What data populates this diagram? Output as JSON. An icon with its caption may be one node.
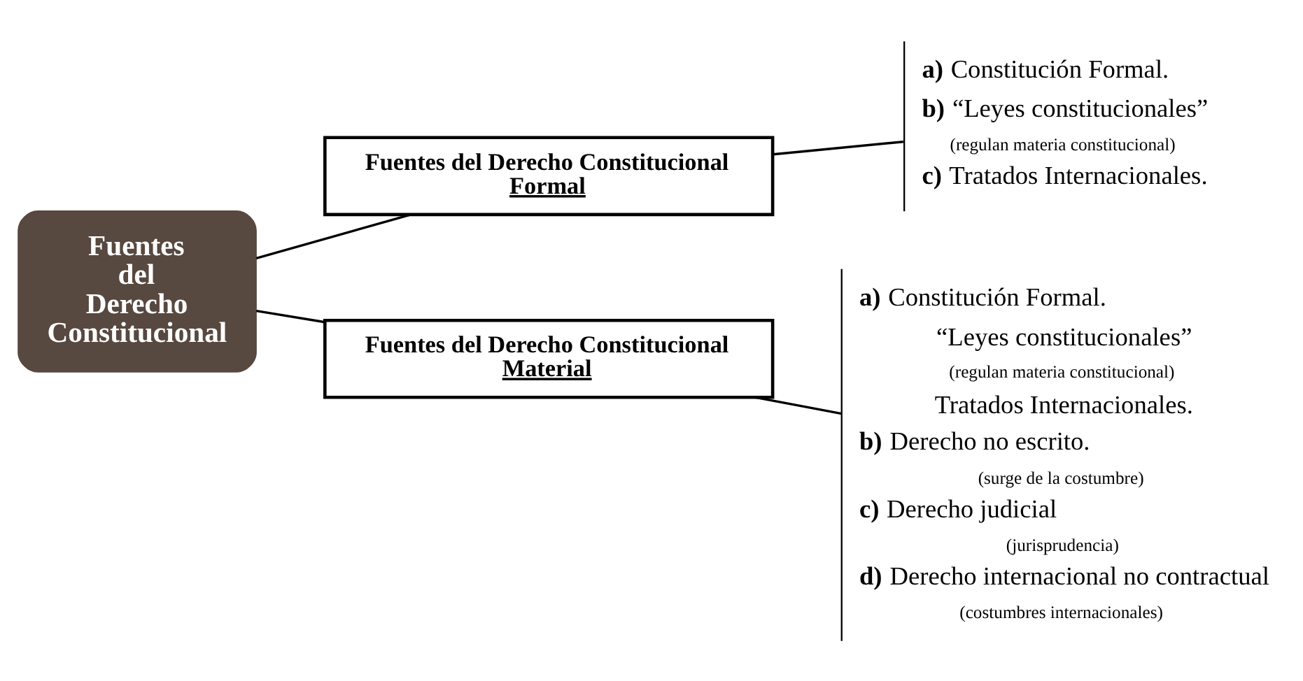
{
  "diagram": {
    "nodes": [
      {
        "text": [
          "Fuentes del Derecho Constitucional"
        ]
      },
      {
        "text": [
          "Fuentes del Derecho Constitucional",
          "Formal"
        ]
      },
      {
        "text": [
          "Fuentes del Derecho Constitucional",
          "Material"
        ]
      },
      {
        "text": [
          "**a)** Constitución Formal.",
          "**b)** “Leyes constitucionales”",
          "(regulan materia constitucional)",
          "**c)** Tratados Internacionales."
        ]
      },
      {
        "text": [
          "**a)** Constitución Formal.",
          "“Leyes constitucionales”",
          "(regulan materia constitucional)",
          "Tratados Internacionales.",
          "**b)** Derecho no escrito.",
          "(surge de la costumbre)",
          "**c)** Derecho judicial",
          "(jurisprudencia)",
          "**d)** Derecho internacional no contractual",
          "(costumbres internacionales)"
        ]
      }
    ],
    "edges": [
      {
        "from": 0,
        "to": 1,
        "arrow": "none"
      },
      {
        "from": 0,
        "to": 2,
        "arrow": "none"
      },
      {
        "from": 1,
        "to": 3,
        "arrow": "none"
      },
      {
        "from": 2,
        "to": 4,
        "arrow": "none"
      }
    ]
  }
}
